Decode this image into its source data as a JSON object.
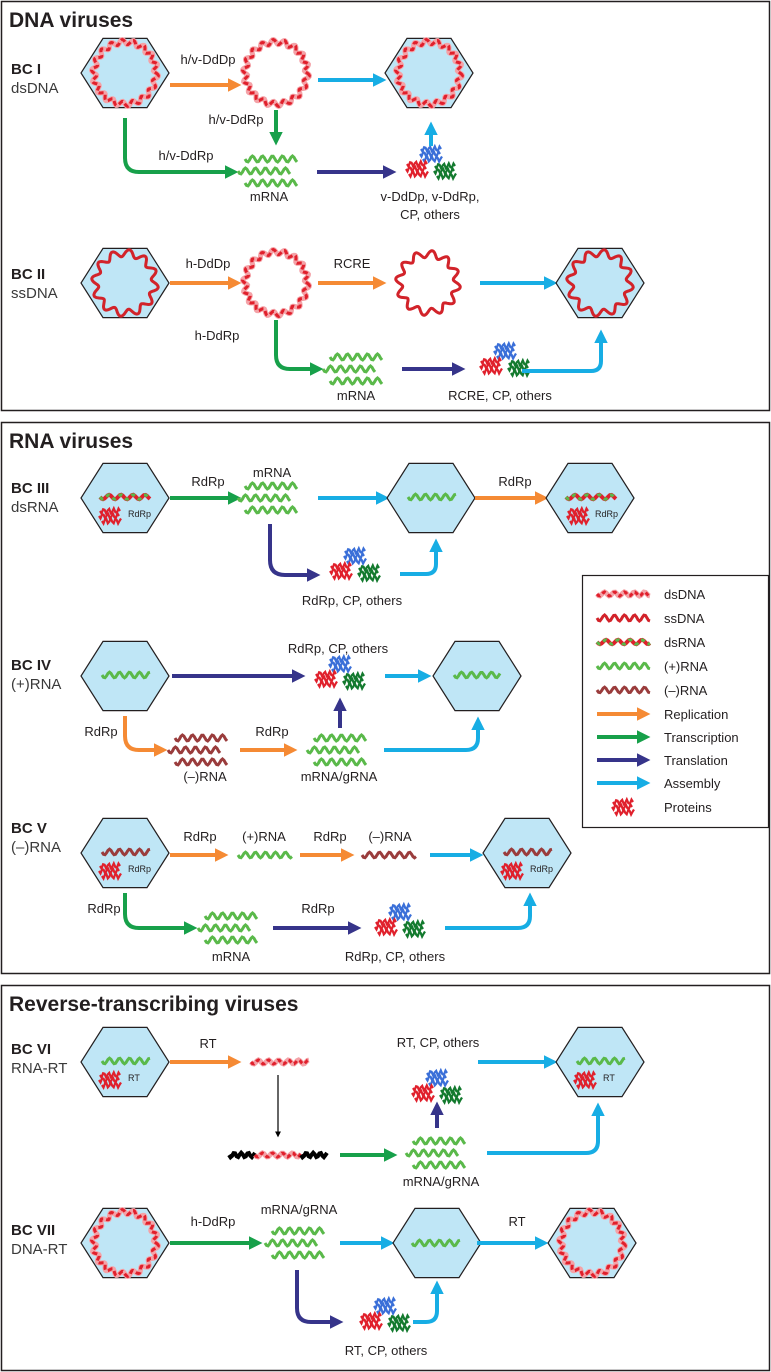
{
  "colors": {
    "replication": "#f58a34",
    "transcription": "#17a04a",
    "translation": "#36348a",
    "assembly": "#17ade4",
    "dsDNA": "#e0202c",
    "ssDNA": "#d2232a",
    "plusRNA": "#5ab94a",
    "minusRNA": "#9a3c3c",
    "capsid": "#bfe6f6"
  },
  "sections": {
    "dna": "DNA viruses",
    "rna": "RNA viruses",
    "rt": "Reverse-transcribing viruses"
  },
  "classes": {
    "bc1": {
      "name": "BC I",
      "genome": "dsDNA"
    },
    "bc2": {
      "name": "BC II",
      "genome": "ssDNA"
    },
    "bc3": {
      "name": "BC III",
      "genome": "dsRNA"
    },
    "bc4": {
      "name": "BC IV",
      "genome": "(+)RNA"
    },
    "bc5": {
      "name": "BC V",
      "genome": "(–)RNA"
    },
    "bc6": {
      "name": "BC VI",
      "genome": "RNA-RT"
    },
    "bc7": {
      "name": "BC VII",
      "genome": "DNA-RT"
    }
  },
  "labels": {
    "bc1_hv_dddp": "h/v-DdDp",
    "bc1_hv_ddrp_a": "h/v-DdRp",
    "bc1_hv_ddrp_b": "h/v-DdRp",
    "bc1_mrna": "mRNA",
    "bc1_prot_1": "v-DdDp, v-DdRp,",
    "bc1_prot_2": "CP, others",
    "bc2_h_dddp": "h-DdDp",
    "bc2_rcre": "RCRE",
    "bc2_h_ddrp": "h-DdRp",
    "bc2_mrna": "mRNA",
    "bc2_prot": "RCRE, CP, others",
    "bc3_rdrp_a": "RdRp",
    "bc3_mrna": "mRNA",
    "bc3_rdrp_b": "RdRp",
    "bc3_prot": "RdRp, CP, others",
    "bc3_in_a": "RdRp",
    "bc3_in_b": "RdRp",
    "bc4_prot": "RdRp, CP, others",
    "bc4_rdrp_a": "RdRp",
    "bc4_rdrp_b": "RdRp",
    "bc4_minus": "(–)RNA",
    "bc4_mrna": "mRNA/gRNA",
    "bc5_rdrp_a": "RdRp",
    "bc5_plus": "(+)RNA",
    "bc5_rdrp_b": "RdRp",
    "bc5_minus": "(–)RNA",
    "bc5_rdrp_c": "RdRp",
    "bc5_rdrp_d": "RdRp",
    "bc5_mrna": "mRNA",
    "bc5_prot": "RdRp, CP, others",
    "bc5_in_a": "RdRp",
    "bc5_in_b": "RdRp",
    "bc6_rt": "RT",
    "bc6_prot": "RT, CP, others",
    "bc6_mrna": "mRNA/gRNA",
    "bc6_in_a": "RT",
    "bc6_in_b": "RT",
    "bc7_h_ddrp": "h-DdRp",
    "bc7_mrna": "mRNA/gRNA",
    "bc7_rt": "RT",
    "bc7_prot": "RT, CP, others"
  },
  "legend": [
    {
      "label": "dsDNA",
      "icon": "dsDNA-wave"
    },
    {
      "label": "ssDNA",
      "icon": "ssDNA-wave"
    },
    {
      "label": "dsRNA",
      "icon": "dsRNA-wave"
    },
    {
      "label": "(+)RNA",
      "icon": "plusRNA-wave"
    },
    {
      "label": "(–)RNA",
      "icon": "minusRNA-wave"
    },
    {
      "label": "Replication",
      "icon": "replication-arrow"
    },
    {
      "label": "Transcription",
      "icon": "transcription-arrow"
    },
    {
      "label": "Translation",
      "icon": "translation-arrow"
    },
    {
      "label": "Assembly",
      "icon": "assembly-arrow"
    },
    {
      "label": "Proteins",
      "icon": "protein-icon"
    }
  ]
}
